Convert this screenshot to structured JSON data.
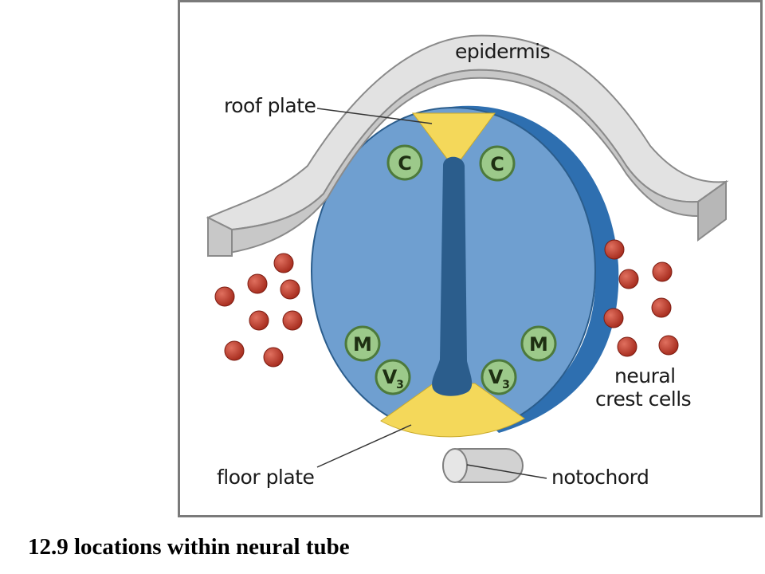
{
  "diagram": {
    "labels": {
      "epidermis": "epidermis",
      "roof_plate": "roof plate",
      "floor_plate": "floor plate",
      "notochord": "notochord",
      "neural_crest_line1": "neural",
      "neural_crest_line2": "crest cells"
    },
    "cell_markers": {
      "c": "C",
      "m": "M",
      "v3_main": "V",
      "v3_sub": "3"
    },
    "colors": {
      "neural_tube": "#6f9fd0",
      "neural_tube_side": "#2e6fb0",
      "lumen": "#2b5d8c",
      "plate_yellow": "#f4d85a",
      "cell_marker_fill": "#9cc98a",
      "cell_marker_stroke": "#4d7a3c",
      "epidermis_fill": "#d3d3d3",
      "epidermis_stroke": "#8a8a8a",
      "neural_crest_cell": "#c0392b",
      "notochord": "#cfcfcf"
    }
  },
  "caption": "12.9 locations within neural tube"
}
